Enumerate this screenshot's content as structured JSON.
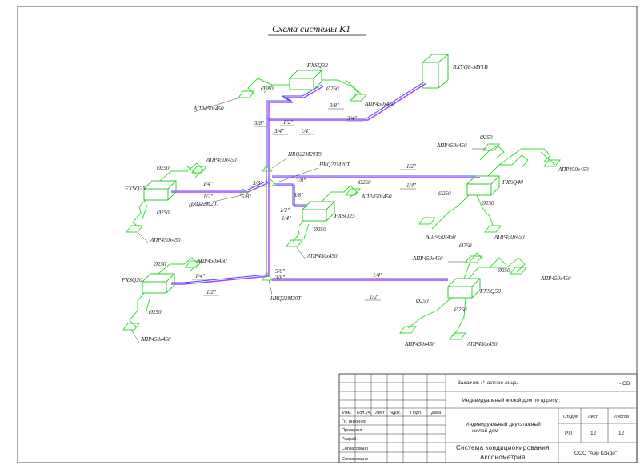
{
  "title": "Схема системы К1",
  "units": {
    "outdoor": "RXYQ8-MY1B",
    "fxsq32": "FXSQ32",
    "fxsq25_left": "FXSQ25",
    "fxsq25_center": "FXSQ25",
    "fxsq40": "FXSQ40",
    "fxsq20": "FXSQ20",
    "fxsq50": "FXSQ50"
  },
  "refnets": {
    "r1": "HRQ22M29T9",
    "r2": "HRQ22M20T",
    "r3": "HRQ22M20T",
    "r4": "HRQ22M20T"
  },
  "grilles": {
    "g1": "АПР450х450",
    "g2": "АПР450х450",
    "g3": "АПР450х450",
    "g4": "АПР450х450",
    "g5": "АПР450х450",
    "g6": "АПР450х450",
    "g7": "АПР450х450",
    "g8": "АПР450х450",
    "g9": "АПР450х450",
    "g10": "АПР450х450",
    "g11": "АПР450х450",
    "g12": "АПР450х450",
    "g13": "АПР450х450",
    "g14": "АПР450х450"
  },
  "diameters": {
    "d1": "Ø250",
    "d2": "Ø250",
    "d3": "Ø250",
    "d4": "Ø250",
    "d5": "Ø250",
    "d6": "Ø250",
    "d7": "Ø250",
    "d8": "Ø250",
    "d9": "Ø250",
    "d10": "Ø250",
    "d11": "Ø250",
    "d12": "Ø250",
    "d13": "Ø250",
    "d14": "Ø250"
  },
  "pipes": {
    "p1": "3/8\"",
    "p2": "3/4\"",
    "p3": "3/8\"",
    "p4": "3/4\"",
    "p5": "1/2\"",
    "p6": "1/4\"",
    "p7": "1/4\"",
    "p8": "1/2\"",
    "p9": "5/8\"",
    "p10": "3/8\"",
    "p11": "3/8\"",
    "p12": "5/8\"",
    "p13": "1/2\"",
    "p14": "1/4\"",
    "p15": "1/2\"",
    "p16": "1/4\"",
    "p17": "5/8\"",
    "p18": "3/8\"",
    "p19": "1/4\"",
    "p20": "1/2\"",
    "p21": "1/4\"",
    "p22": "1/2\""
  },
  "stamp": {
    "customer": "Заказчик : Частное лицо.",
    "code": "- ОВ",
    "project": "Индивидуальный жилой дом по адресу :",
    "object_line1": "Индивидуальный двухэтажный",
    "object_line2": "жилой дом",
    "col_change": "Изм.",
    "col_count": "Кол.уч.",
    "col_sheet": "Лист",
    "col_doc": "Nдок.",
    "col_sign": "Подп.",
    "col_date": "Дата",
    "role_chief": "Гл. инженер",
    "role_check": "Проверил",
    "role_dev": "Разраб.",
    "role_agree1": "Согласовано",
    "role_agree2": "Согласовано",
    "stage_h": "Стадия",
    "sheet_h": "Лист",
    "sheets_h": "Листов",
    "stage": "РП",
    "sheet": "12",
    "sheets": "12",
    "system_line1": "Система кондиционирования",
    "system_line2": "Аксонометрия",
    "company": "ООО \"Аэр Кондо\""
  }
}
